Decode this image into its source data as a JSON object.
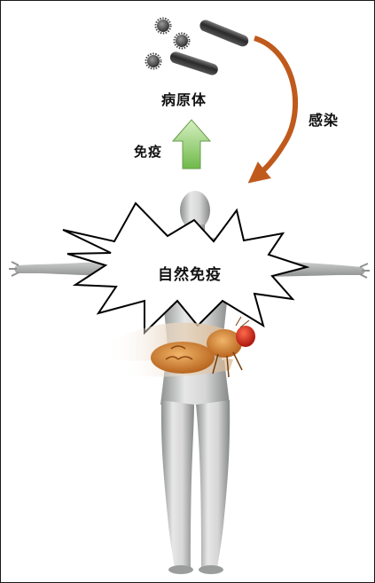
{
  "labels": {
    "pathogen": "病原体",
    "infection": "感染",
    "immunity": "免疫",
    "innate_immunity": "自然免疫"
  },
  "colors": {
    "infection_arrow": "#c05a1c",
    "immunity_arrow": "#9ed67a",
    "fly_body": "#cc7a2e",
    "fly_eye": "#d42a1c",
    "human_figure": "#c9cbca",
    "burst_fill": "#ffffff",
    "burst_stroke": "#000000"
  },
  "icons": {
    "pathogens": "spiky-virus-and-rod-bacteria-icons",
    "fly": "fruit-fly-drosophila-icon",
    "human": "human-body-figure-icon"
  }
}
